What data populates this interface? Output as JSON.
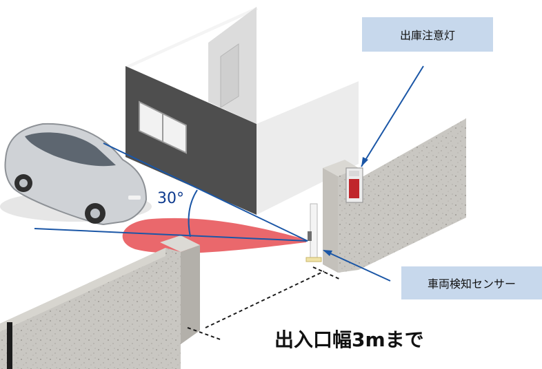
{
  "labels": {
    "warning_lamp": "出庫注意灯",
    "vehicle_sensor": "車両検知センサー",
    "angle": "30°",
    "opening_width": "出入口幅3mまで"
  },
  "colors": {
    "detection_zone": "#e8585c",
    "pointer_lines": "#1a56a6",
    "callout_background": "#c7d8ec",
    "concrete": "#c9c7c2",
    "building_dark_wall": "#4e4e4e",
    "building_light_wall": "#e9e9e9"
  }
}
